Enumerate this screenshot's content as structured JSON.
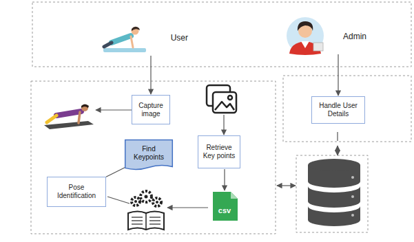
{
  "diagram": {
    "nodes": [
      {
        "text": [
          "User"
        ]
      },
      {
        "text": [
          "Admin"
        ]
      },
      {
        "text": [
          "Capture image"
        ]
      },
      {
        "text": [
          "Retrieve Key points"
        ]
      },
      {
        "text": [
          "Find Keypoints"
        ]
      },
      {
        "text": [
          "Pose Identification"
        ]
      },
      {
        "text": [
          "Handle User Details"
        ]
      },
      {
        "text": [
          "csv"
        ]
      }
    ],
    "edges": [
      {
        "from": 0,
        "to": 2,
        "arrow": "to"
      },
      {
        "from": 1,
        "to": 6,
        "arrow": "to"
      },
      {
        "from": 3,
        "to": 7,
        "arrow": "to"
      },
      {
        "from": 4,
        "to": 5,
        "arrow": "none"
      }
    ]
  }
}
